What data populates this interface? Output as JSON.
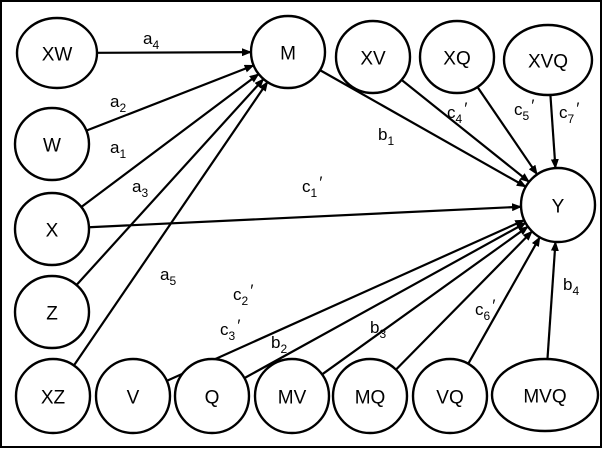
{
  "diagram": {
    "type": "path-diagram",
    "border_color": "#000000",
    "nodes": [
      {
        "id": "XW",
        "label": "XW"
      },
      {
        "id": "M",
        "label": "M"
      },
      {
        "id": "XV",
        "label": "XV"
      },
      {
        "id": "XQ",
        "label": "XQ"
      },
      {
        "id": "XVQ",
        "label": "XVQ"
      },
      {
        "id": "W",
        "label": "W"
      },
      {
        "id": "X",
        "label": "X"
      },
      {
        "id": "Z",
        "label": "Z"
      },
      {
        "id": "Y",
        "label": "Y"
      },
      {
        "id": "XZ",
        "label": "XZ"
      },
      {
        "id": "V",
        "label": "V"
      },
      {
        "id": "Q",
        "label": "Q"
      },
      {
        "id": "MV",
        "label": "MV"
      },
      {
        "id": "MQ",
        "label": "MQ"
      },
      {
        "id": "VQ",
        "label": "VQ"
      },
      {
        "id": "MVQ",
        "label": "MVQ"
      }
    ],
    "edges": [
      {
        "from": "XW",
        "to": "M",
        "label": "a",
        "sub": "4",
        "prime": false
      },
      {
        "from": "W",
        "to": "M",
        "label": "a",
        "sub": "2",
        "prime": false
      },
      {
        "from": "X",
        "to": "M",
        "label": "a",
        "sub": "1",
        "prime": false
      },
      {
        "from": "Z",
        "to": "M",
        "label": "a",
        "sub": "3",
        "prime": false
      },
      {
        "from": "XZ",
        "to": "M",
        "label": "a",
        "sub": "5",
        "prime": false
      },
      {
        "from": "M",
        "to": "Y",
        "label": "b",
        "sub": "1",
        "prime": false
      },
      {
        "from": "XV",
        "to": "Y",
        "label": "c",
        "sub": "4",
        "prime": true
      },
      {
        "from": "XQ",
        "to": "Y",
        "label": "c",
        "sub": "5",
        "prime": true
      },
      {
        "from": "XVQ",
        "to": "Y",
        "label": "c",
        "sub": "7",
        "prime": true
      },
      {
        "from": "X",
        "to": "Y",
        "label": "c",
        "sub": "1",
        "prime": true
      },
      {
        "from": "V",
        "to": "Y",
        "label": "c",
        "sub": "2",
        "prime": true
      },
      {
        "from": "Q",
        "to": "Y",
        "label": "c",
        "sub": "3",
        "prime": true
      },
      {
        "from": "MV",
        "to": "Y",
        "label": "b",
        "sub": "2",
        "prime": false
      },
      {
        "from": "MQ",
        "to": "Y",
        "label": "b",
        "sub": "3",
        "prime": false
      },
      {
        "from": "VQ",
        "to": "Y",
        "label": "c",
        "sub": "6",
        "prime": true
      },
      {
        "from": "MVQ",
        "to": "Y",
        "label": "b",
        "sub": "4",
        "prime": false
      }
    ]
  }
}
